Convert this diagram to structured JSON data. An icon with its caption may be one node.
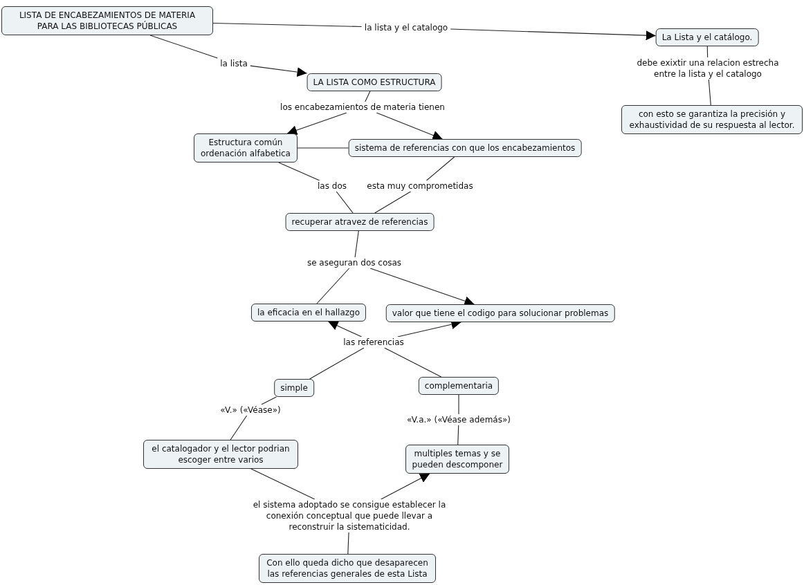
{
  "diagram": {
    "nodes": [
      {
        "text": [
          "LISTA DE ENCABEZAMIENTOS DE MATERIA PARA LAS BIBLIOTECAS PÚBLICAS"
        ]
      },
      {
        "text": [
          "la lista y el catalogo"
        ]
      },
      {
        "text": [
          "La Lista y el catálogo."
        ]
      },
      {
        "text": [
          "la lista"
        ]
      },
      {
        "text": [
          "LA LISTA COMO ESTRUCTURA"
        ]
      },
      {
        "text": [
          "debe exixtir una relacion estrecha entre la lista y el catalogo"
        ]
      },
      {
        "text": [
          "con esto se garantiza la precisión y exhaustividad de su respuesta al lector."
        ]
      },
      {
        "text": [
          "los encabezamientos de materia tienen"
        ]
      },
      {
        "text": [
          "Estructura común ordenación alfabetica"
        ]
      },
      {
        "text": [
          "sistema de referencias con que los encabezamientos"
        ]
      },
      {
        "text": [
          "las dos"
        ]
      },
      {
        "text": [
          "esta muy comprometidas"
        ]
      },
      {
        "text": [
          "recuperar atravez de referencias"
        ]
      },
      {
        "text": [
          "se aseguran dos cosas"
        ]
      },
      {
        "text": [
          "la eficacia en el hallazgo"
        ]
      },
      {
        "text": [
          "valor que tiene el codigo para solucionar problemas"
        ]
      },
      {
        "text": [
          "las referencias"
        ]
      },
      {
        "text": [
          "simple"
        ]
      },
      {
        "text": [
          "complementaria"
        ]
      },
      {
        "text": [
          "«V.» («Véase»)"
        ]
      },
      {
        "text": [
          "«V.a.» («Véase además»)"
        ]
      },
      {
        "text": [
          "el catalogador y el lector podrian escoger entre varios"
        ]
      },
      {
        "text": [
          "multiples temas y se pueden descomponer"
        ]
      },
      {
        "text": [
          "el sistema adoptado se consigue establecer la conexión conceptual que puede llevar a reconstruir la sistematicidad."
        ]
      },
      {
        "text": [
          "Con ello queda dicho que desaparecen las referencias generales de esta Lista"
        ]
      }
    ],
    "edges": [
      {
        "from": 0,
        "to": 1,
        "arrow": "none"
      },
      {
        "from": 1,
        "to": 2,
        "arrow": "to"
      },
      {
        "from": 0,
        "to": 3,
        "arrow": "none"
      },
      {
        "from": 3,
        "to": 4,
        "arrow": "to"
      },
      {
        "from": 2,
        "to": 5,
        "arrow": "none"
      },
      {
        "from": 5,
        "to": 6,
        "arrow": "none"
      },
      {
        "from": 4,
        "to": 7,
        "arrow": "none"
      },
      {
        "from": 7,
        "to": 8,
        "arrow": "to"
      },
      {
        "from": 7,
        "to": 9,
        "arrow": "to"
      },
      {
        "from": 8,
        "to": 9,
        "arrow": "none"
      },
      {
        "from": 8,
        "to": 10,
        "arrow": "none"
      },
      {
        "from": 10,
        "to": 12,
        "arrow": "none"
      },
      {
        "from": 9,
        "to": 11,
        "arrow": "none"
      },
      {
        "from": 11,
        "to": 12,
        "arrow": "none"
      },
      {
        "from": 12,
        "to": 13,
        "arrow": "none"
      },
      {
        "from": 13,
        "to": 14,
        "arrow": "none"
      },
      {
        "from": 13,
        "to": 15,
        "arrow": "to"
      },
      {
        "from": 17,
        "to": 16,
        "arrow": "none"
      },
      {
        "from": 18,
        "to": 16,
        "arrow": "none"
      },
      {
        "from": 16,
        "to": 14,
        "arrow": "to"
      },
      {
        "from": 16,
        "to": 15,
        "arrow": "to"
      },
      {
        "from": 17,
        "to": 19,
        "arrow": "none"
      },
      {
        "from": 19,
        "to": 21,
        "arrow": "none"
      },
      {
        "from": 18,
        "to": 20,
        "arrow": "none"
      },
      {
        "from": 20,
        "to": 22,
        "arrow": "none"
      },
      {
        "from": 21,
        "to": 23,
        "arrow": "none"
      },
      {
        "from": 23,
        "to": 22,
        "arrow": "to"
      },
      {
        "from": 24,
        "to": 23,
        "arrow": "none"
      }
    ]
  }
}
